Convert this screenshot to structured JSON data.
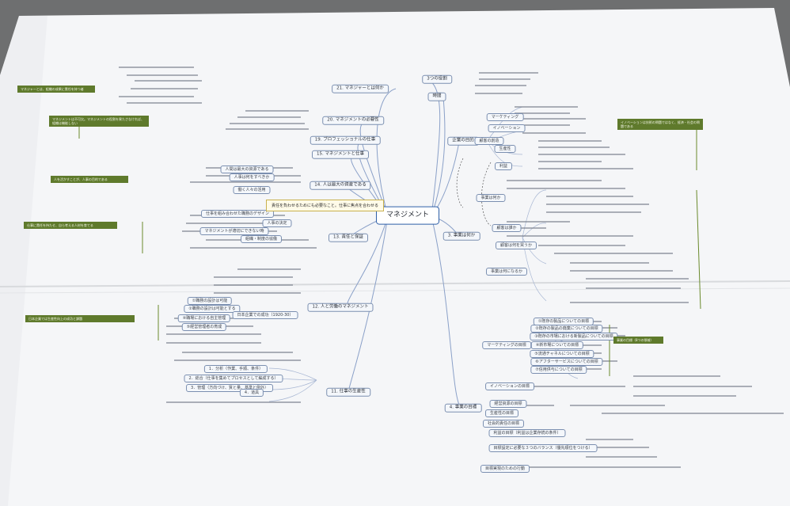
{
  "center": "マネジメント",
  "main_topics": [
    {
      "id": "21",
      "text": "21. マネジャーとは何か"
    },
    {
      "id": "20",
      "text": "20. マネジメントの必要性"
    },
    {
      "id": "19",
      "text": "19. プロフェッショナルの仕事"
    },
    {
      "id": "15",
      "text": "15. マネジメントと仕事"
    },
    {
      "id": "14",
      "text": "14. 人は最大の資産である"
    },
    {
      "id": "13",
      "text": "13. 責任と保証"
    },
    {
      "id": "12",
      "text": "12. 人と労働のマネジメント"
    },
    {
      "id": "11",
      "text": "11. 仕事の生産性"
    },
    {
      "id": "3",
      "text": "3. 事業は何か"
    },
    {
      "id": "4",
      "text": "4. 事業の目標"
    },
    {
      "id": "kigyo",
      "text": "企業の目的"
    },
    {
      "id": "sanotsu",
      "text": "3つの役割"
    },
    {
      "id": "jikan",
      "text": "時間"
    }
  ],
  "sub_topics": {
    "kigyo": [
      "顧客の創造",
      "マーケティング",
      "イノベーション",
      "生産性",
      "利益"
    ],
    "biz3": [
      "事業は何か",
      "顧客は誰か",
      "顧客は何を買うか",
      "事業は何になるか"
    ],
    "goal4": [
      "マーケティングの目標",
      "イノベーションの目標",
      "経営資源の目標",
      "生産性の目標",
      "社会的責任の目標",
      "利益の目標（利益は企業存続の条件）",
      "目標設定に必要な３つのバランス（優先順位をつける）",
      "目標実現のための行動"
    ],
    "goal4_details": [
      "①既存の製品についての目標",
      "②既存の製品の廃棄についての目標",
      "③既存の市場における新製品についての目標",
      "④新市場についての目標",
      "⑤流通チャネルについての目標",
      "⑥アフターサービスについての目標",
      "⑦信用供与についての目標"
    ],
    "t11": [
      "1．分析（作業、手順、条件）",
      "2．総合（仕事を集めてプロセスとして編成する）",
      "3．管理（方向づけ、質と量、基準と例外）",
      "4．道具"
    ],
    "t12": [
      "①職務の設計は可能",
      "②職務の設計は可能とする",
      "日本企業での成功（1920-30）",
      "④職場における自主管理",
      "⑤経営管理者の育成"
    ],
    "t13": [
      "仕事を組み合わせた職務のデザイン",
      "マネジメントが適切にできない時",
      "人事の決定",
      "組織・制度の協働"
    ],
    "t14": [
      "人間は最大の資源である",
      "人事は何をすべきか",
      "働く人々の活用"
    ]
  },
  "callouts": [
    "マネジャーとは、組織の成果に責任を持つ者",
    "マネジメントは不可欠。マネジメントの役割を果たさなければ、組織は機能しない",
    "人を活かすことが、人事の目的である",
    "仕事に責任を持たせ、自ら考える人材を育てる",
    "日本企業では生産性向上の成功と課題",
    "イノベーションは技術の問題ではなく、経済・社会の問題である",
    "事業の目標（8つの領域）"
  ],
  "note_box": "責任を負わせるためにも必要なこと。仕事に焦点を合わせる"
}
